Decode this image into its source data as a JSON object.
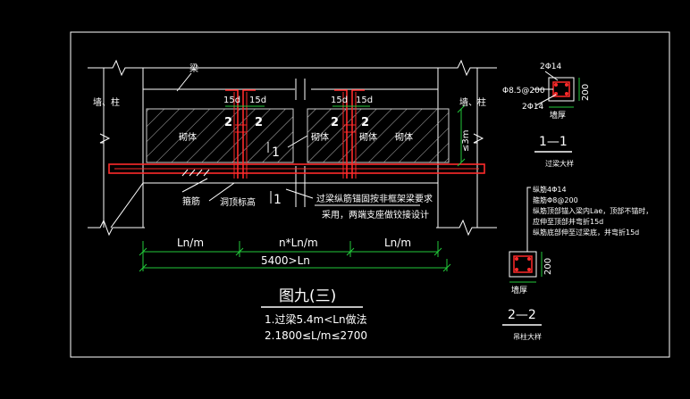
{
  "colors": {
    "background": "#000000",
    "frame": "#ffffff",
    "rebar": "#ff2a2a",
    "dimension": "#22c93a",
    "text": "#ffffff",
    "masonry_hatch": "#bdbdbd"
  },
  "main": {
    "beam_label": "梁",
    "wall_column_left": "墙、柱",
    "wall_column_right": "墙、柱",
    "masonry_labels": [
      "砌体",
      "砌体",
      "砌体",
      "砌体"
    ],
    "section_marks": [
      "2",
      "2",
      "2",
      "2"
    ],
    "cut_marks": [
      "1",
      "1"
    ],
    "top_anchor_dims": [
      "15d",
      "15d",
      "15d",
      "15d"
    ],
    "height_limit": "≤3m",
    "stirrup_label": "箍筋",
    "opening_top_label": "洞顶标高",
    "note_lines": [
      "过梁纵筋锚固按非框架梁要求",
      "采用，两端支座做铰接设计"
    ],
    "segment_dims": [
      "Ln/m",
      "n*Ln/m",
      "Ln/m"
    ],
    "total_dim": "5400>Ln"
  },
  "title_block": {
    "title": "图九(三)",
    "lines": [
      "1.过梁5.4m<Ln做法",
      "2.1800≤L/m≤2700"
    ]
  },
  "section_1": {
    "top_bar": "2Φ14",
    "stirrup": "Φ8.5@200",
    "bottom_bar": "2Φ14",
    "height": "200",
    "width_label": "墙厚",
    "title": "1—1",
    "subtitle": "过梁大样"
  },
  "section_2": {
    "notes": [
      "纵筋4Φ14",
      "箍筋Φ8@200",
      "纵筋顶部锚入梁内Lae，顶部不锚时，",
      "应伸至顶部并弯折15d",
      "纵筋底部伸至过梁底，并弯折15d"
    ],
    "height": "200",
    "width_label": "墙厚",
    "title": "2—2",
    "subtitle": "吊柱大样"
  }
}
